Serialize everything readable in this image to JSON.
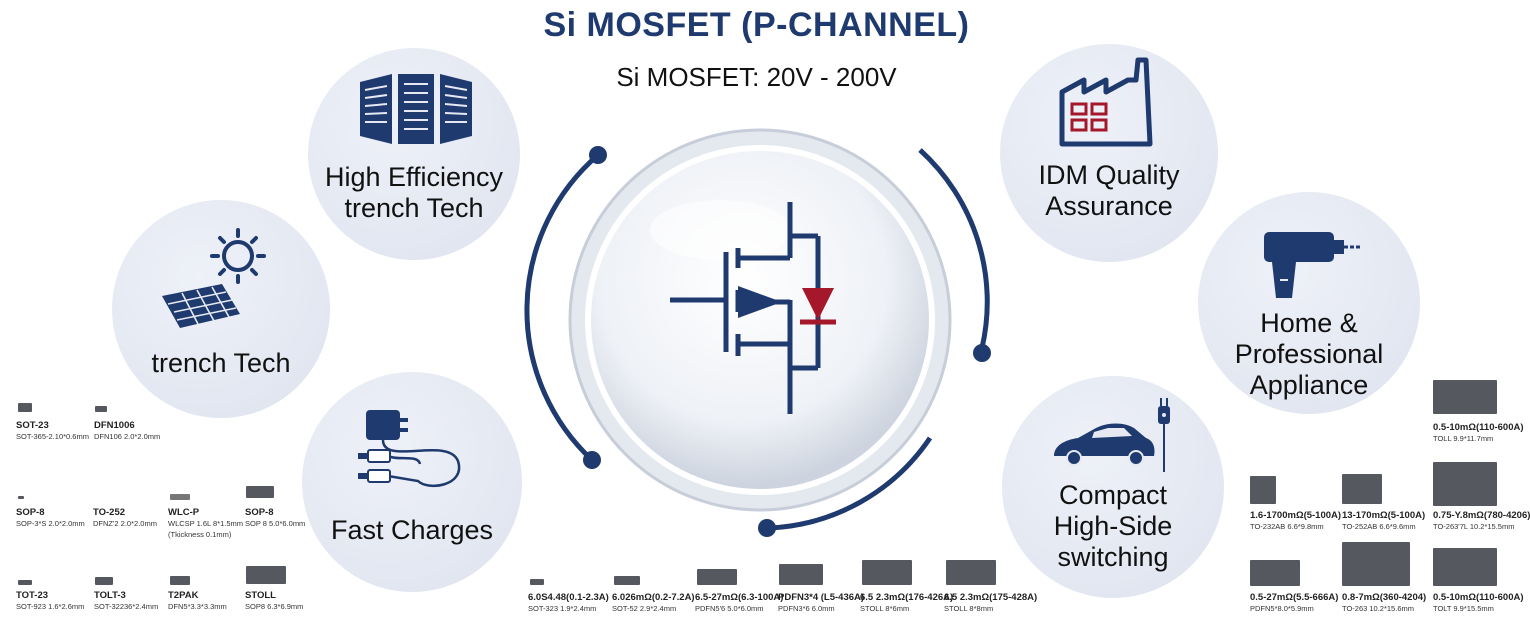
{
  "header": {
    "title": "Si MOSFET (P-CHANNEL)",
    "subtitle": "Si MOSFET: 20V - 200V"
  },
  "features": {
    "high_efficiency": {
      "line1": "High Efficiency",
      "line2": "trench Tech",
      "icon": "server-racks-icon"
    },
    "trench_tech": {
      "line1": "trench Tech",
      "icon": "solar-panel-icon"
    },
    "fast_charges": {
      "line1": "Fast Charges",
      "icon": "charger-cable-icon"
    },
    "idm_quality": {
      "line1": "IDM Quality",
      "line2": "Assurance",
      "icon": "factory-icon"
    },
    "home_appliance": {
      "line1": "Home &",
      "line2": "Professional",
      "line3": "Appliance",
      "icon": "power-drill-icon"
    },
    "compact_switching": {
      "line1": "Compact",
      "line2": "High-Side",
      "line3": "switching",
      "icon": "car-plug-icon"
    }
  },
  "center": {
    "icon": "p-channel-mosfet-symbol-icon"
  },
  "packages_left": [
    {
      "name": "SOT-23",
      "dim": "SOT-365-2.10*0.6mm"
    },
    {
      "name": "DFN1006",
      "dim": "DFN106 2.0*2.0mm"
    },
    {
      "name": "SOP-8",
      "dim": "SOP-3*S 2.0*2.0mm"
    },
    {
      "name": "TO-252",
      "dim": "DFNZ'2 2.0*2.0mm"
    },
    {
      "name": "WLC-P",
      "dim": "WLCSP 1.6L 8*1.5mm",
      "dim2": "(Tkickness 0.1mm)"
    },
    {
      "name": "SOP-8",
      "dim": "SOP 8 5.0*6.0mm"
    },
    {
      "name": "TOT-23",
      "dim": "SOT-923 1.6*2.6mm"
    },
    {
      "name": "TOLT-3",
      "dim": "SOT-32236*2.4mm"
    },
    {
      "name": "T2PAK",
      "dim": "DFN5*3.3*3.3mm"
    },
    {
      "name": "STOLL",
      "dim": "SOP8 6.3*6.9mm"
    }
  ],
  "packages_bottom": [
    {
      "name": "6.0S4.48(0.1-2.3A)",
      "dim": "SOT-323 1.9*2.4mm"
    },
    {
      "name": "6.026mΩ(0.2-7.2A)",
      "dim": "SOT-52 2.9*2.4mm"
    },
    {
      "name": "6.5-27mΩ(6.3-100A)",
      "dim": "PDFN5'6 5.0*6.0mm"
    },
    {
      "name": "PDFN3*4 (L5-436A)",
      "dim": "PDFN3*6 6.0mm"
    },
    {
      "name": "6.5 2.3mΩ(176-426A)",
      "dim": "STOLL 8*6mm"
    },
    {
      "name": "6.5 2.3mΩ(175-428A)",
      "dim": "STOLL 8*8mm"
    }
  ],
  "packages_right": [
    {
      "name": "0.5-10mΩ(110-600A)",
      "dim": "TOLL 9.9*11.7mm"
    },
    {
      "name": "1.6-1700mΩ(5-100A)",
      "dim": "TO-232AB 6.6*9.8mm"
    },
    {
      "name": "13-170mΩ(5-100A)",
      "dim": "TO-252AB 6.6*9.6mm"
    },
    {
      "name": "0.75-Y.8mΩ(780-4206)",
      "dim": "TO-263'7L 10.2*15.5mm"
    },
    {
      "name": "0.5-27mΩ(5.5-666A)",
      "dim": "PDFN5*8.0*5.9mm"
    },
    {
      "name": "0.8-7mΩ(360-4204)",
      "dim": "TO-263 10.2*15.6mm"
    },
    {
      "name": "0.5-10mΩ(110-600A)",
      "dim": "TOLT 9.9*15.5mm"
    }
  ],
  "colors": {
    "navy": "#1e3a6e",
    "accent_red": "#a5172b",
    "bubble": "#e6e9f2"
  }
}
